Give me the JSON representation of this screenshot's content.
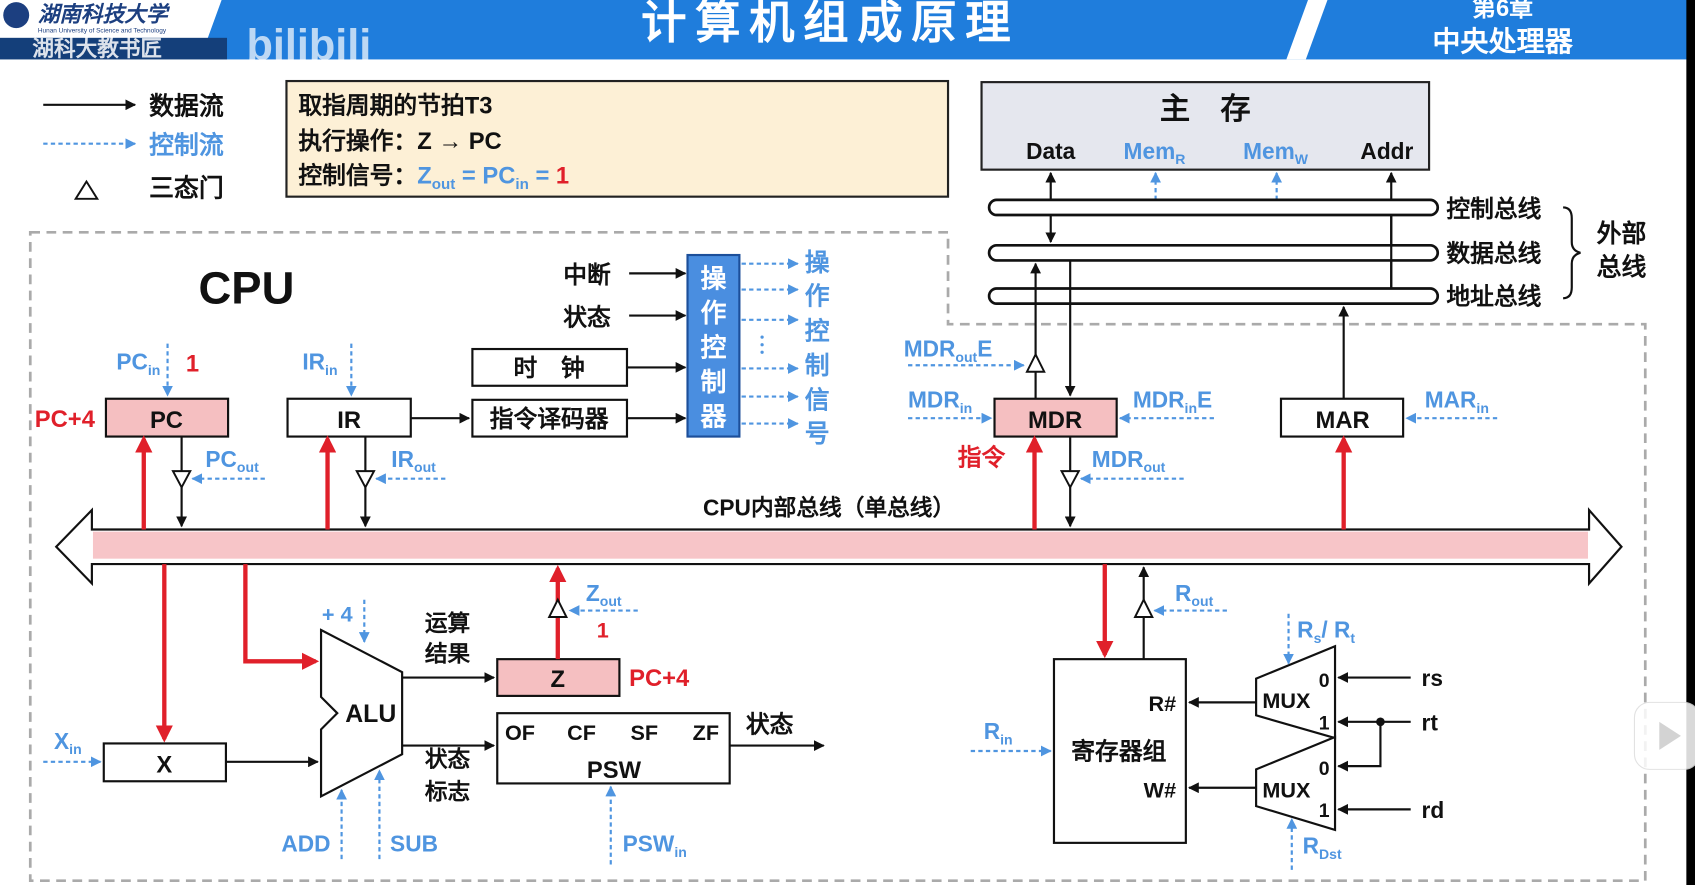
{
  "header": {
    "university_name": "湖南科技大学",
    "university_en": "Hunan University of Science and Technology",
    "channel": "湖科大教书匠",
    "watermark": "bilibili",
    "title": "计算机组成原理",
    "chapter": "第6章",
    "chapter_title": "中央处理器"
  },
  "legend": {
    "data_flow": "数据流",
    "control_flow": "控制流",
    "tristate": "三态门"
  },
  "info": {
    "line1": "取指周期的节拍T3",
    "exec_label": "执行操作：",
    "exec_value": "Z → PC",
    "ctrl_label": "控制信号：",
    "z": "Z",
    "z_sub": "out",
    "eq": " = ",
    "pc": "PC",
    "pc_sub": "in",
    "one": "1"
  },
  "memory": {
    "title": "主　存",
    "data": "Data",
    "mem": "Mem",
    "r": "R",
    "w": "W",
    "addr": "Addr"
  },
  "buses": {
    "control": "控制总线",
    "data": "数据总线",
    "address": "地址总线",
    "external_1": "外部",
    "external_2": "总线"
  },
  "cpu": {
    "label": "CPU",
    "interrupt": "中断",
    "status_in": "状态",
    "clock": "时　钟",
    "decoder": "指令译码器",
    "controller_chars": [
      "操",
      "作",
      "控",
      "制",
      "器"
    ],
    "signal_chars": [
      "操",
      "作",
      "控",
      "制",
      "信",
      "号"
    ],
    "internal_bus": "CPU内部总线（单总线）"
  },
  "registers": {
    "pc": "PC",
    "pc_plus4": "PC+4",
    "pc_in_main": "PC",
    "pc_in_sub": "in",
    "pc_in_value": "1",
    "pc_out_main": "PC",
    "pc_out_sub": "out",
    "ir": "IR",
    "ir_in_main": "IR",
    "ir_in_sub": "in",
    "ir_out_main": "IR",
    "ir_out_sub": "out",
    "mdr": "MDR",
    "mdr_in_main": "MDR",
    "mdr_in_sub": "in",
    "mdr_ine_main": "MDR",
    "mdr_ine_sub": "in",
    "mdr_ine_suffix": "E",
    "mdr_oute_main": "MDR",
    "mdr_oute_sub": "out",
    "mdr_oute_suffix": "E",
    "mdr_out_main": "MDR",
    "mdr_out_sub": "out",
    "instruction": "指令",
    "mar": "MAR",
    "mar_in_main": "MAR",
    "mar_in_sub": "in",
    "x": "X",
    "x_in_main": "X",
    "x_in_sub": "in",
    "z": "Z",
    "z_out_main": "Z",
    "z_out_sub": "out",
    "z_out_value": "1",
    "z_value": "PC+4"
  },
  "alu": {
    "label": "ALU",
    "plus4": "+ 4",
    "add": "ADD",
    "sub": "SUB",
    "result_1": "运算",
    "result_2": "结果",
    "flags_1": "状态",
    "flags_2": "标志"
  },
  "psw": {
    "label": "PSW",
    "flags": [
      "OF",
      "CF",
      "SF",
      "ZF"
    ],
    "out": "状态",
    "in_main": "PSW",
    "in_sub": "in"
  },
  "regfile": {
    "label": "寄存器组",
    "rnum": "R#",
    "wnum": "W#",
    "r_in_main": "R",
    "r_in_sub": "in",
    "r_out_main": "R",
    "r_out_sub": "out",
    "mux": "MUX",
    "zero": "0",
    "one": "1",
    "rs": "rs",
    "rt": "rt",
    "rd": "rd",
    "rsrt_a": "R",
    "rsrt_a_sub": "s",
    "rsrt_sep": "/ R",
    "rsrt_b_sub": "t",
    "rdst_main": "R",
    "rdst_sub": "Dst"
  },
  "colors": {
    "header": "#1f7ddc",
    "control": "#4f95e0",
    "highlight": "#e0202a",
    "register_fill": "#f5bfc1",
    "info_fill": "#fdf0d6",
    "memory_fill": "#e5e7ee",
    "controller_fill": "#4a8ee0"
  }
}
